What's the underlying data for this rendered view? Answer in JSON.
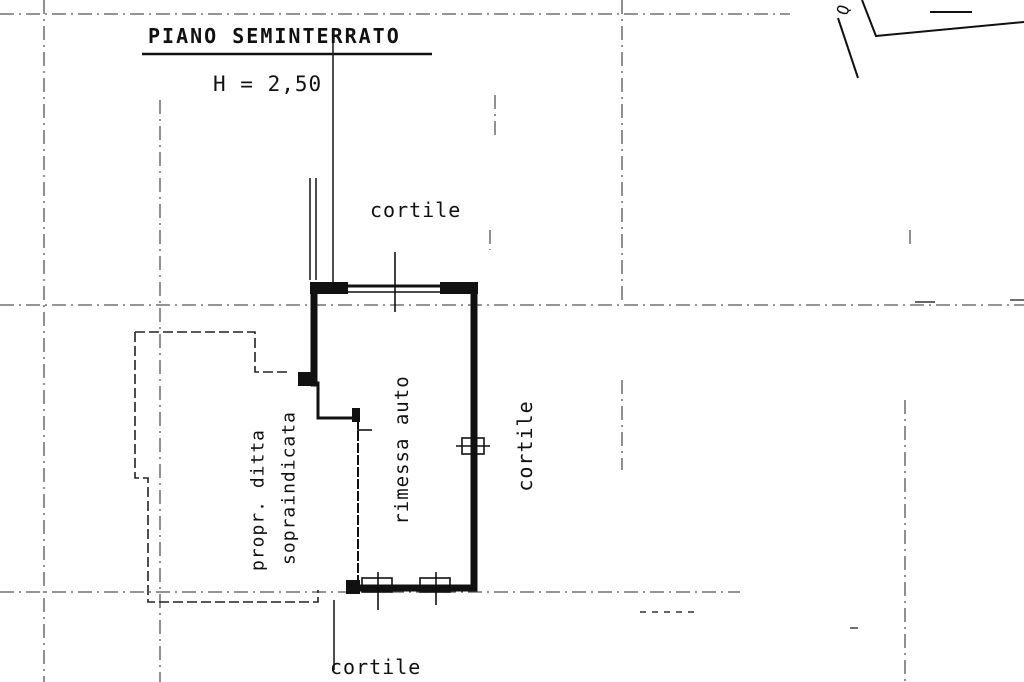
{
  "plan": {
    "title": "PIANO SEMINTERRATO",
    "height_label": "H = 2,50",
    "courtyard_top": "cortile",
    "courtyard_right": "cortile",
    "courtyard_bottom": "cortile",
    "garage_label": "rimessa auto",
    "neighbor_label_line1": "propr. ditta",
    "neighbor_label_line2": "sopraindicata",
    "corner_fragment": "Q"
  },
  "colors": {
    "ink": "#111111",
    "paper": "#ffffff",
    "grid": "#555555"
  }
}
